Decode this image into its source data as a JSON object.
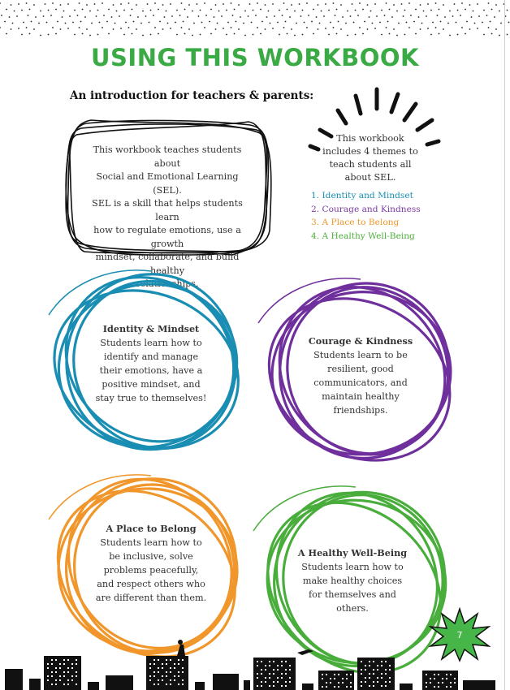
{
  "page": {
    "title": "USING THIS WORKBOOK",
    "intro_heading": "An introduction for teachers & parents:",
    "intro_box": [
      "This workbook teaches students about",
      "Social and Emotional Learning (SEL).",
      "SEL is a skill that helps students learn",
      "how to regulate emotions, use a growth",
      "mindset, collaborate, and build healthy",
      "relationships."
    ],
    "themes_intro": [
      "This workbook",
      "includes 4 themes to",
      "teach students all",
      "about SEL."
    ],
    "themes": [
      {
        "label": "1. Identity and Mindset",
        "color": "#1a8db3"
      },
      {
        "label": "2. Courage and Kindness",
        "color": "#7b3aa0"
      },
      {
        "label": "3. A Place to Belong",
        "color": "#f0962a"
      },
      {
        "label": "4. A Healthy Well-Being",
        "color": "#4caf3a"
      }
    ],
    "sections": [
      {
        "title": "Identity & Mindset",
        "lines": [
          "Students learn how to",
          "identify and manage",
          "their emotions, have a",
          "positive mindset, and",
          "stay true to themselves!"
        ],
        "color": "#1a8db3"
      },
      {
        "title": "Courage & Kindness",
        "lines": [
          "Students learn to be",
          "resilient, good",
          "communicators, and",
          "maintain healthy",
          "friendships."
        ],
        "color": "#6f2f9c"
      },
      {
        "title": "A Place to Belong",
        "lines": [
          "Students learn how to",
          "be inclusive, solve",
          "problems peacefully,",
          "and respect others who",
          "are different than them."
        ],
        "color": "#f0962a"
      },
      {
        "title": "A Healthy Well-Being",
        "lines": [
          "Students learn how to",
          "make healthy choices",
          "for themselves and",
          "others."
        ],
        "color": "#49ad3c"
      }
    ],
    "page_number": "7",
    "colors": {
      "title": "#3aaa44",
      "badge": "#46b649"
    }
  }
}
